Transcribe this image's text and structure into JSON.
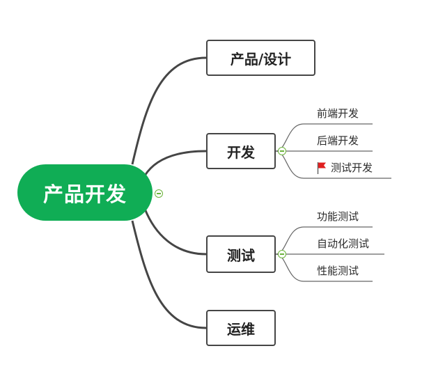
{
  "mindmap": {
    "root": {
      "label": "产品开发",
      "color": "#10ad55"
    },
    "branches": [
      {
        "label": "产品/设计",
        "children": []
      },
      {
        "label": "开发",
        "children": [
          {
            "label": "前端开发"
          },
          {
            "label": "后端开发"
          },
          {
            "label": "测试开发",
            "icon": "red-flag-icon"
          }
        ]
      },
      {
        "label": "测试",
        "children": [
          {
            "label": "功能测试"
          },
          {
            "label": "自动化测试"
          },
          {
            "label": "性能测试"
          }
        ]
      },
      {
        "label": "运维",
        "children": []
      }
    ],
    "colors": {
      "connector": "#454545",
      "leaf_connector": "#666666",
      "toggle": "#6bb33a",
      "flag": "#e02020"
    }
  }
}
